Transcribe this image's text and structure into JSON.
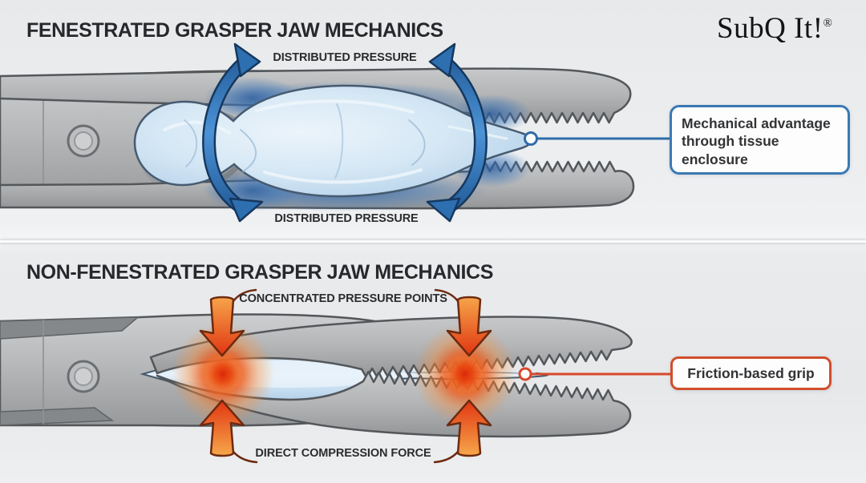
{
  "brand": {
    "name": "SubQ It!",
    "registered_mark": "®"
  },
  "panels": [
    {
      "id": "fenestrated",
      "title": "FENESTRATED GRASPER JAW MECHANICS",
      "pressure_label_top": "DISTRIBUTED PRESSURE",
      "pressure_label_bottom": "DISTRIBUTED PRESSURE",
      "callout": {
        "text": "Mechanical advantage through tissue enclosure",
        "accent_color": "#3a79b3"
      }
    },
    {
      "id": "non-fenestrated",
      "title": "NON-FENESTRATED GRASPER JAW MECHANICS",
      "pressure_label_top": "CONCENTRATED PRESSURE POINTS",
      "pressure_label_bottom": "DIRECT COMPRESSION FORCE",
      "callout": {
        "text": "Friction-based grip",
        "accent_color": "#d24e2d"
      }
    }
  ],
  "colors": {
    "background": "#e9ebed",
    "metal_gray": "#b6b8ba",
    "outline_gray": "#54575a",
    "tissue_blue": "#cde2f3",
    "tissue_outline": "#465b70",
    "arrow_blue": "#2e6fb2",
    "arrow_blue_dark": "#16385e",
    "arrow_red_light": "#f7a94c",
    "arrow_red_deep": "#e03210",
    "glow_red": "#dd2807",
    "pressure_blush_blue": "#2b5d9e",
    "connector_blue": "#2f6ca8",
    "connector_red": "#d8482a"
  }
}
